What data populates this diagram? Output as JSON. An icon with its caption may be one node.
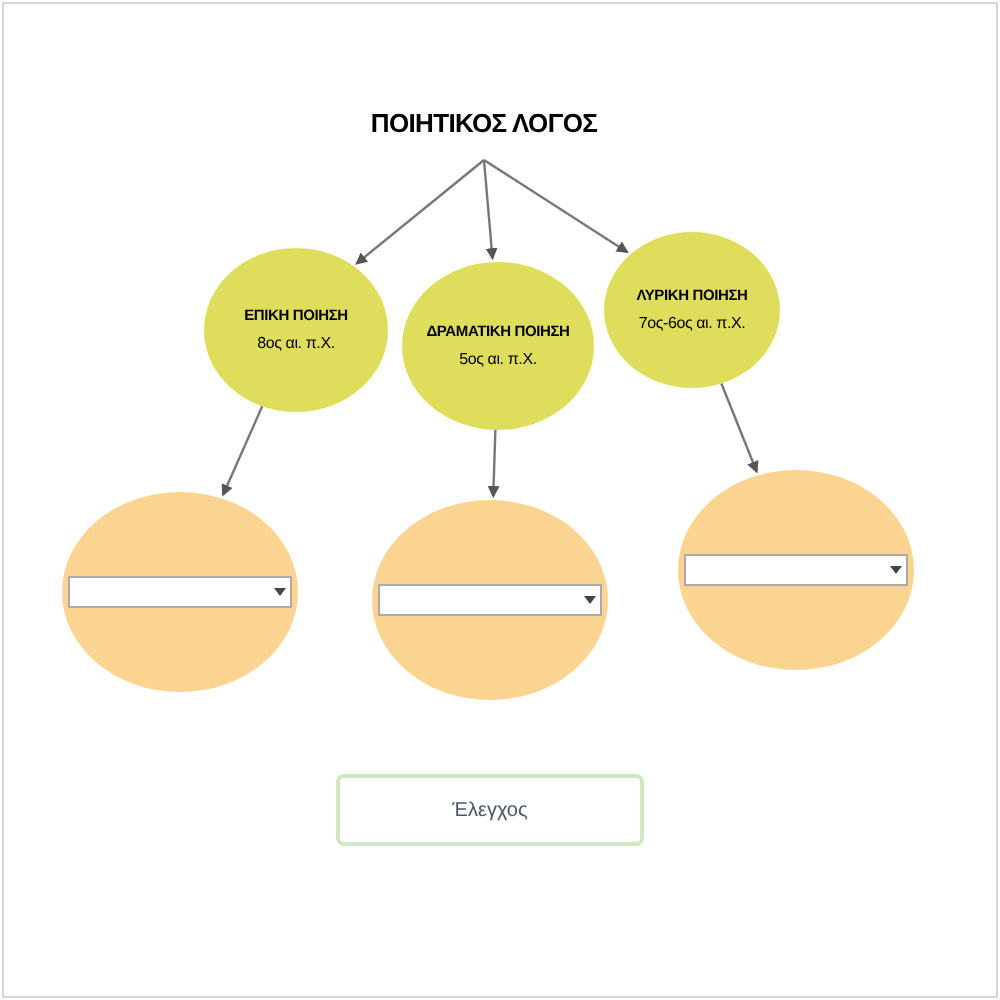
{
  "diagram": {
    "nodes": [
      {
        "text": [
          "ΠΟΙΗΤΙΚΟΣ ΛΟΓΟΣ"
        ]
      },
      {
        "text": [
          "ΕΠΙΚΗ ΠΟΙΗΣΗ",
          "8ος αι. π.Χ."
        ]
      },
      {
        "text": [
          "ΔΡΑΜΑΤΙΚΗ ΠΟΙΗΣΗ",
          "5ος αι. π.Χ."
        ]
      },
      {
        "text": [
          "ΛΥΡΙΚΗ ΠΟΙΗΣΗ",
          "7ος-6ος αι. π.Χ."
        ]
      },
      {
        "text": [],
        "shape": "circle"
      },
      {
        "text": [],
        "shape": "circle"
      },
      {
        "text": [],
        "shape": "circle"
      }
    ],
    "edges": [
      {
        "from": 0,
        "to": 1,
        "arrow": "to"
      },
      {
        "from": 0,
        "to": 2,
        "arrow": "to"
      },
      {
        "from": 0,
        "to": 3,
        "arrow": "to"
      },
      {
        "from": 1,
        "to": 4,
        "arrow": "to"
      },
      {
        "from": 2,
        "to": 5,
        "arrow": "to"
      },
      {
        "from": 3,
        "to": 6,
        "arrow": "to"
      }
    ],
    "labels": [
      "Έλεγχος"
    ]
  }
}
